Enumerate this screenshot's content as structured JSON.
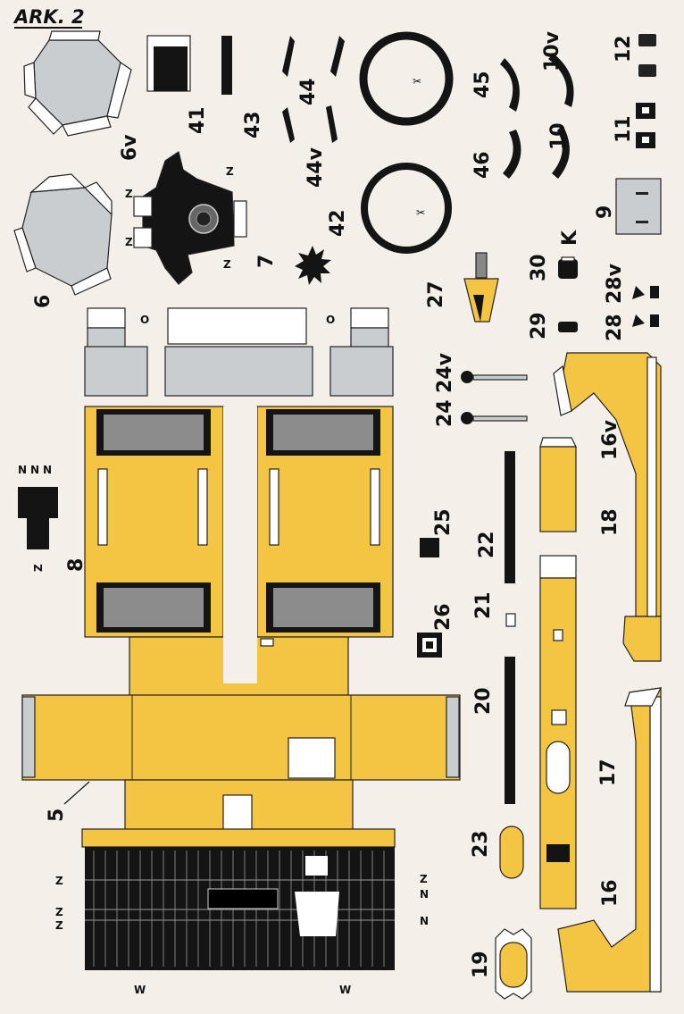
{
  "sheet": {
    "title": "ARK. 2",
    "background": "#f4efe9",
    "colors": {
      "yellow": "#f4c443",
      "grey": "#c9cdd0",
      "black": "#141414",
      "white": "#ffffff"
    }
  },
  "parts": {
    "p6v": "6v",
    "p6": "6",
    "p7": "7",
    "p8": "8",
    "p41": "41",
    "p43": "43",
    "p44": "44",
    "p44v": "44v",
    "p42": "42",
    "p45": "45",
    "p46": "46",
    "p10v": "10v",
    "p10": "10",
    "p12": "12",
    "p11": "11",
    "p9": "9",
    "p27": "27",
    "p30": "30",
    "pK": "K",
    "p28v": "28v",
    "p28": "28",
    "p29": "29",
    "p24v": "24v",
    "p24": "24",
    "p16v": "16v",
    "p18": "18",
    "p22": "22",
    "p25": "25",
    "p21": "21",
    "p26": "26",
    "p20": "20",
    "p17": "17",
    "p5": "5",
    "p23": "23",
    "p16": "16",
    "p19": "19"
  },
  "marks": {
    "n": "N",
    "o": "O",
    "w": "W",
    "z": "Z"
  }
}
